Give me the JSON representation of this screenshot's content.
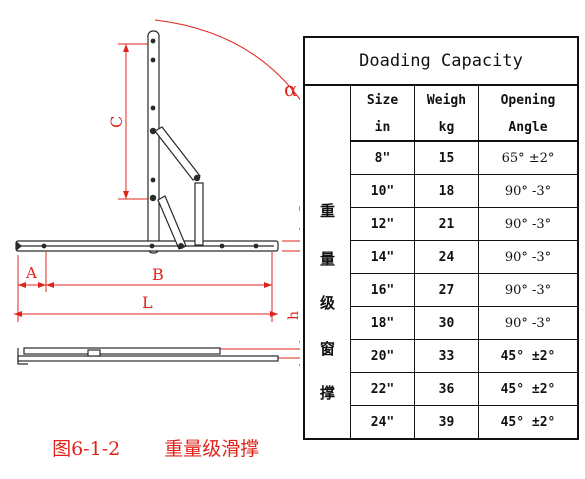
{
  "drawing": {
    "dim_labels": {
      "alpha": "α",
      "a": "a",
      "c": "C",
      "A": "A",
      "B": "B",
      "L": "L",
      "h": "h"
    }
  },
  "caption": {
    "figure": "图6-1-2",
    "name": "重量级滑撑"
  },
  "table": {
    "title": "Doading  Capacity",
    "side_label": [
      "重",
      "量",
      "级",
      "窗",
      "撑"
    ],
    "headers": [
      {
        "line1": "Size",
        "line2": "in"
      },
      {
        "line1": "Weigh",
        "line2": "kg"
      },
      {
        "line1": "Opening",
        "line2": "Angle"
      }
    ],
    "rows": [
      {
        "size": "8\"",
        "weight": "15",
        "angle": "65° ±2°"
      },
      {
        "size": "10\"",
        "weight": "18",
        "angle": "90° -3°"
      },
      {
        "size": "12\"",
        "weight": "21",
        "angle": "90° -3°"
      },
      {
        "size": "14\"",
        "weight": "24",
        "angle": "90° -3°"
      },
      {
        "size": "16\"",
        "weight": "27",
        "angle": "90° -3°"
      },
      {
        "size": "18\"",
        "weight": "30",
        "angle": "90° -3°"
      },
      {
        "size": "20\"",
        "weight": "33",
        "angle": "45° ±2°"
      },
      {
        "size": "22\"",
        "weight": "36",
        "angle": "45° ±2°"
      },
      {
        "size": "24\"",
        "weight": "39",
        "angle": "45° ±2°"
      }
    ]
  }
}
